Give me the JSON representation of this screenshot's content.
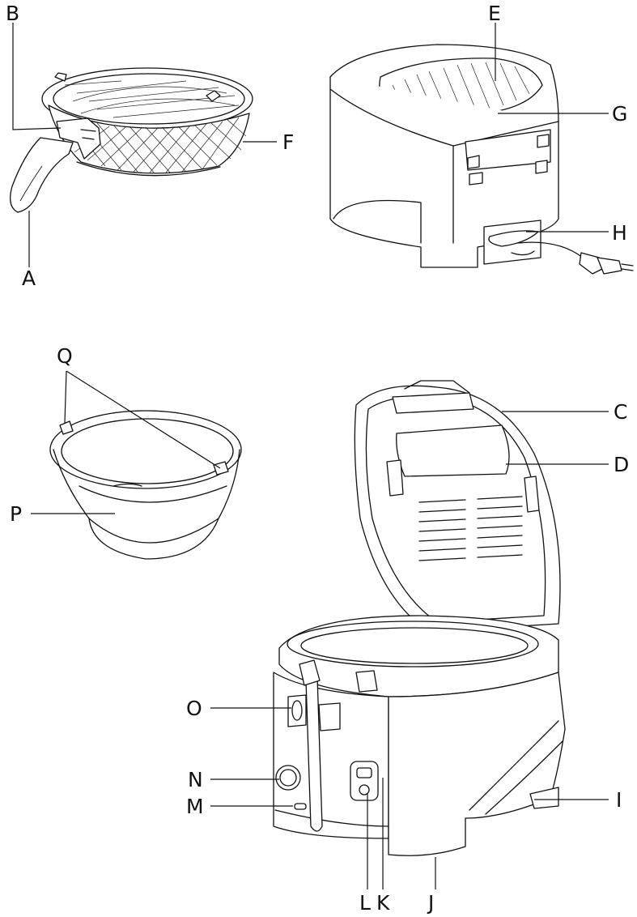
{
  "labels": {
    "A": "A",
    "B": "B",
    "C": "C",
    "D": "D",
    "E": "E",
    "F": "F",
    "G": "G",
    "H": "H",
    "I": "I",
    "J": "J",
    "K": "K",
    "L": "L",
    "M": "M",
    "N": "N",
    "O": "O",
    "P": "P",
    "Q": "Q"
  },
  "colors": {
    "line": "#111111",
    "background": "#ffffff"
  }
}
